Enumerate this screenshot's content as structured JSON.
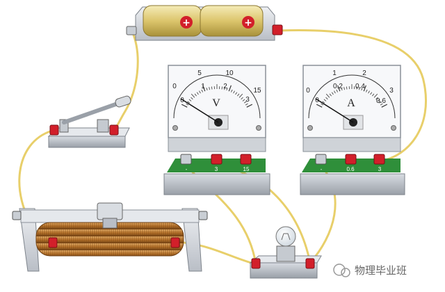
{
  "voltmeter": {
    "symbol": "V",
    "scale_top": [
      "0",
      "5",
      "10",
      "15"
    ],
    "scale_bottom": [
      "0",
      "1",
      "2",
      "3"
    ],
    "terminals": [
      "-",
      "3",
      "15"
    ],
    "needle_value": 0
  },
  "ammeter": {
    "symbol": "A",
    "scale_top": [
      "0",
      "1",
      "2",
      "3"
    ],
    "scale_bottom": [
      "0",
      "0.2",
      "0.4",
      "0.6"
    ],
    "terminals": [
      "-",
      "0.6",
      "3"
    ],
    "needle_value": 0
  },
  "battery": {
    "cell_symbols": [
      "+",
      "+"
    ]
  },
  "watermark": {
    "text": "物理毕业班"
  },
  "colors": {
    "wire": "#e8cf6a",
    "terminal_red": "#d21f2a",
    "meter_green": "#2f8f3a",
    "battery_gold": "#d9c36a",
    "coil_copper": "#b8742a"
  }
}
